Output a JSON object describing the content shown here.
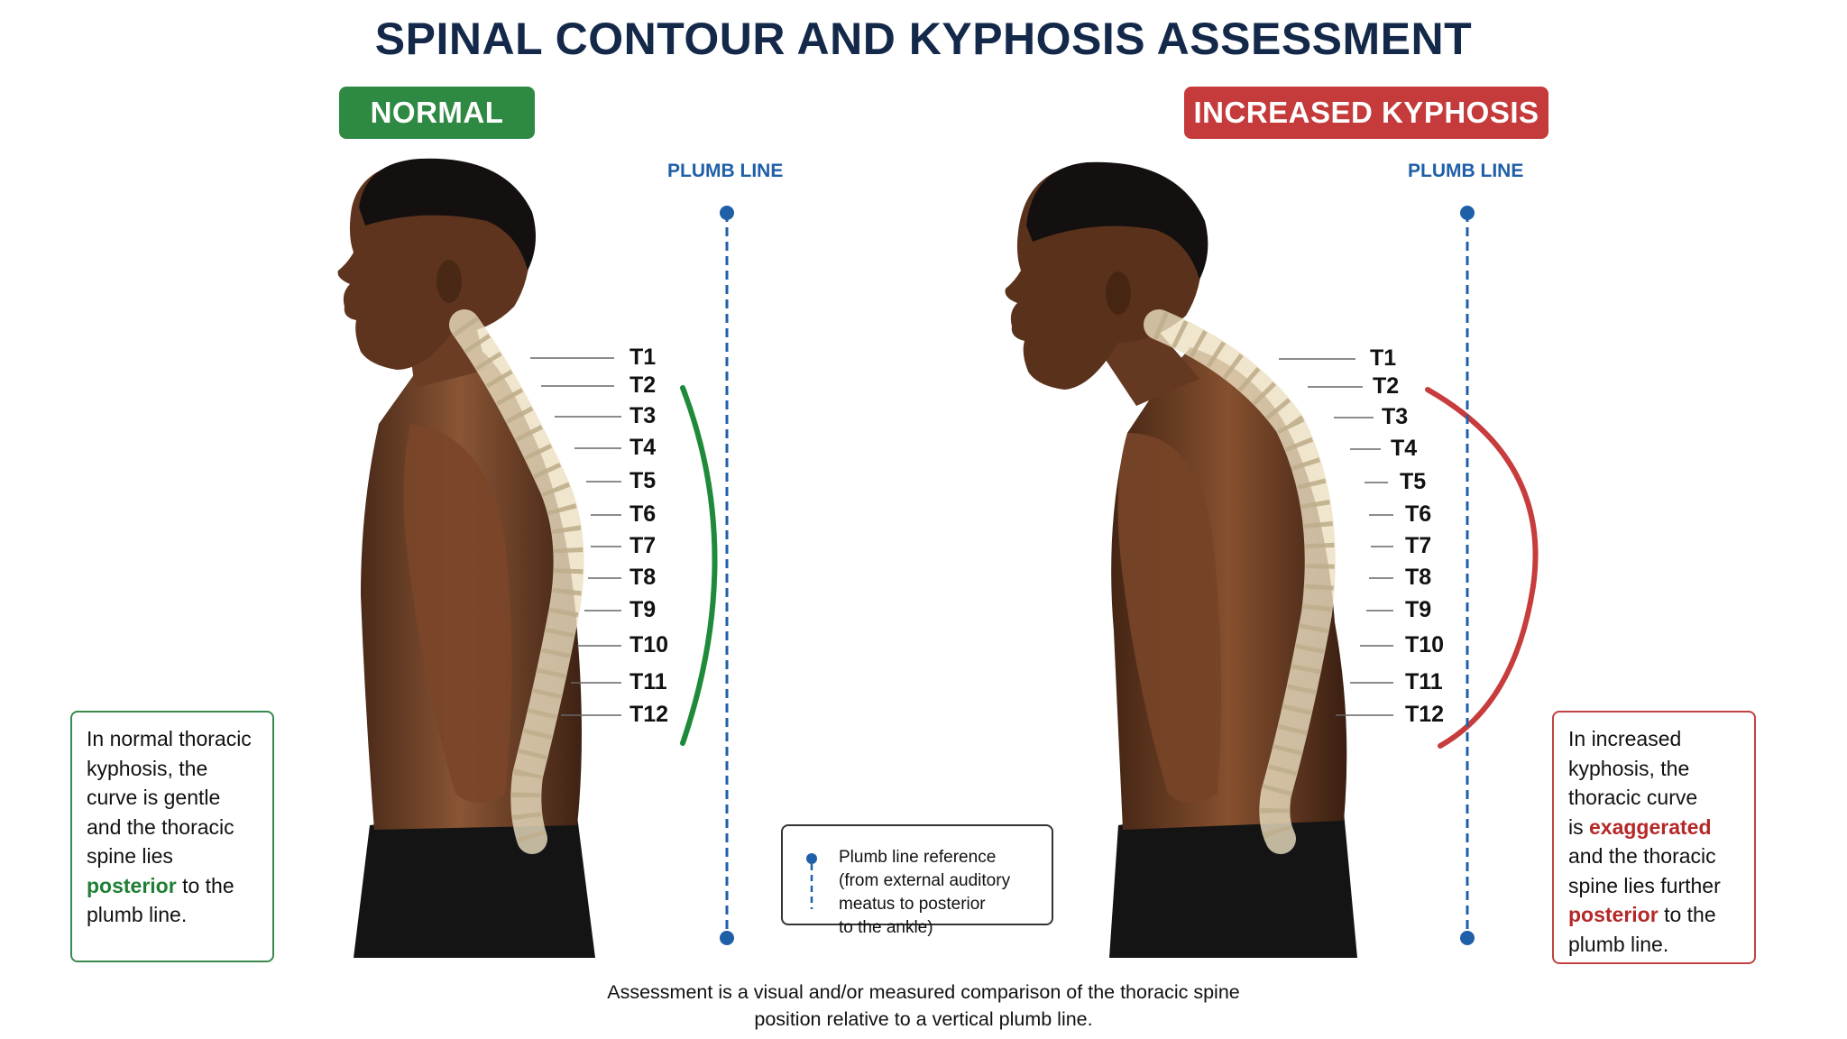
{
  "title": "SPINAL CONTOUR AND KYPHOSIS ASSESSMENT",
  "panels": {
    "normal": {
      "badge": "NORMAL",
      "plumb_label": "PLUMB LINE",
      "note": {
        "line1": "In normal thoracic",
        "line2": "kyphosis, the",
        "line3": "curve is gentle",
        "line4": "and the thoracic",
        "line5": "spine lies",
        "emphasis": "posterior",
        "after_emphasis": " to the",
        "line7": "plumb line."
      }
    },
    "kyphosis": {
      "badge": "INCREASED KYPHOSIS",
      "plumb_label": "PLUMB LINE",
      "note": {
        "line1": "In increased",
        "line2": "kyphosis, the",
        "line3": "thoracic curve",
        "pre_emphasis1": "is ",
        "emphasis1": "exaggerated",
        "line5": "and the thoracic",
        "line6": "spine lies further",
        "emphasis2": "posterior",
        "after_emphasis2": " to the",
        "line8": "plumb line."
      }
    }
  },
  "vertebrae": [
    "T1",
    "T2",
    "T3",
    "T4",
    "T5",
    "T6",
    "T7",
    "T8",
    "T9",
    "T10",
    "T11",
    "T12"
  ],
  "legend": {
    "line1": "Plumb line reference",
    "line2": "(from external auditory",
    "line3": "meatus to posterior",
    "line4": "to the ankle)"
  },
  "footer": {
    "line1": "Assessment is a visual and/or measured comparison of the thoracic spine",
    "line2": "position relative to a vertical plumb line."
  },
  "colors": {
    "normal_accent": "#2e8a43",
    "kyphosis_accent": "#c53a3a",
    "plumb_line": "#1f5fa8",
    "title": "#14294a"
  }
}
